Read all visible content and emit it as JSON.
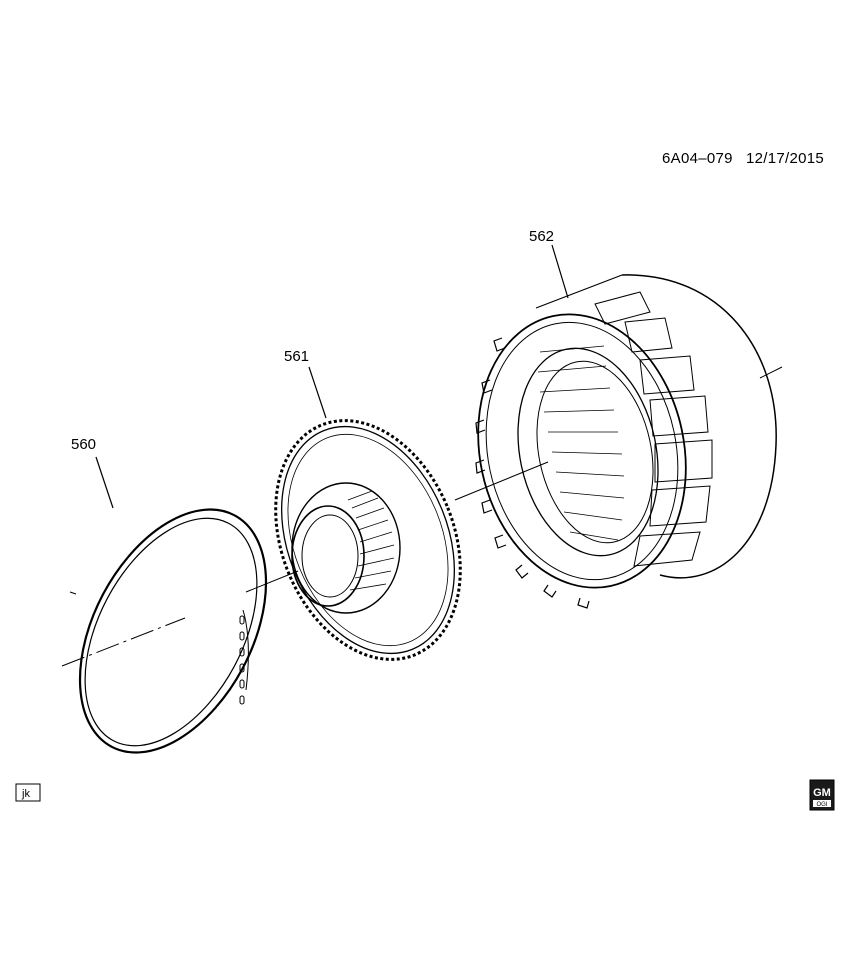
{
  "header": {
    "drawing_code": "6A04–079",
    "date": "12/17/2015"
  },
  "parts": [
    {
      "ref": "560"
    },
    {
      "ref": "561"
    },
    {
      "ref": "562"
    }
  ],
  "footer": {
    "initials": "jk",
    "logo_text": "GM",
    "logo_subtext": "OGI"
  }
}
